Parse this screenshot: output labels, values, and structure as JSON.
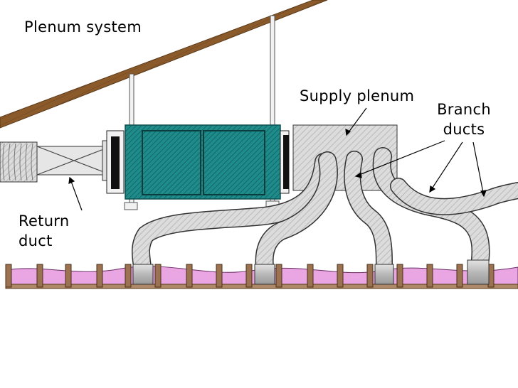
{
  "labels": {
    "title": "Plenum system",
    "supply_plenum": "Supply plenum",
    "branch_ducts": "Branch\nducts",
    "return_duct": "Return\nduct"
  },
  "colors": {
    "rafter": "#8b5a2b",
    "air_handler": "#1a7f7f",
    "duct_metal": "#c9c9c9",
    "duct_flex": "#d9d9d9",
    "insulation": "#e8a0e0",
    "joist": "#8b6b4a"
  }
}
